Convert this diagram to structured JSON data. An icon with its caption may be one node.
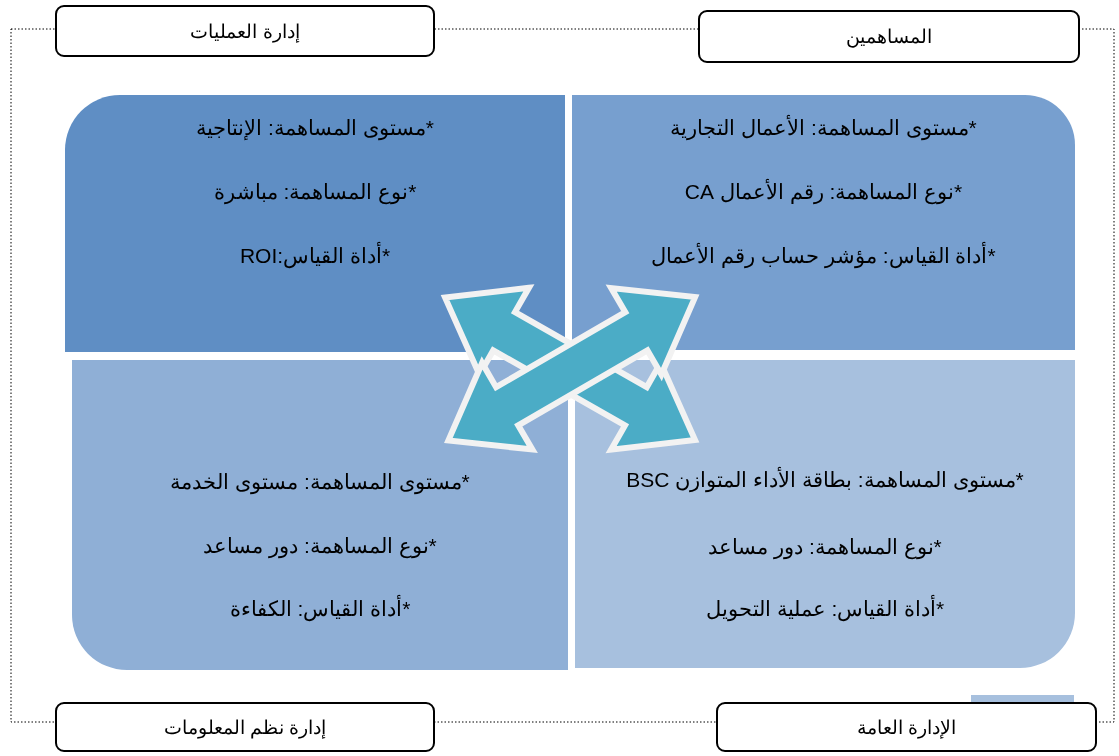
{
  "diagram": {
    "nodes": [
      {
        "text": [
          "المساهمين"
        ]
      },
      {
        "text": [
          "إدارة العمليات"
        ]
      },
      {
        "text": [
          "*مستوى المساهمة: الأعمال التجارية",
          "*نوع المساهمة: رقم الأعمال CA",
          "*أداة القياس: مؤشر حساب رقم الأعمال"
        ]
      },
      {
        "text": [
          "*مستوى المساهمة: الإنتاجية",
          "*نوع المساهمة: مباشرة",
          "*أداة القياس:ROI"
        ]
      },
      {
        "text": [
          "*مستوى المساهمة: بطاقة الأداء المتوازن BSC",
          "*نوع المساهمة: دور مساعد",
          "*أداة القياس: عملية التحويل"
        ]
      },
      {
        "text": [
          "*مستوى المساهمة: مستوى الخدمة",
          "*نوع المساهمة: دور مساعد",
          "*أداة القياس: الكفاءة"
        ]
      },
      {
        "text": [
          "الإدارة العامة"
        ]
      },
      {
        "text": [
          "إدارة نظم المعلومات"
        ]
      }
    ],
    "edges": [
      {
        "from": 3,
        "to": 4,
        "arrow": "both"
      },
      {
        "from": 2,
        "to": 5,
        "arrow": "both"
      }
    ]
  }
}
